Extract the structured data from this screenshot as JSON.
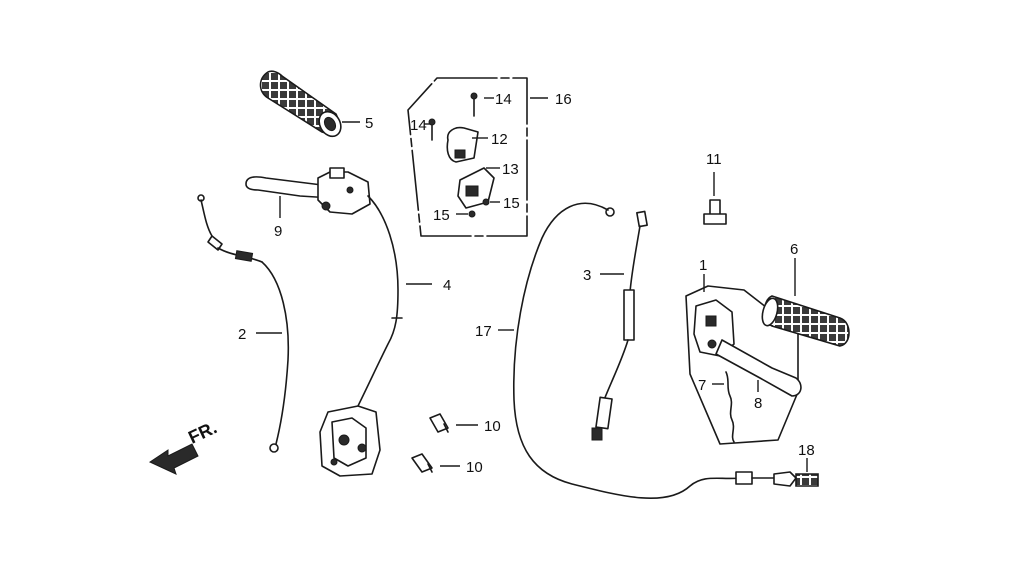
{
  "diagram": {
    "callouts": {
      "c1": "1",
      "c2": "2",
      "c3": "3",
      "c4": "4",
      "c5": "5",
      "c6": "6",
      "c7": "7",
      "c8": "8",
      "c9": "9",
      "c10a": "10",
      "c10b": "10",
      "c11": "11",
      "c12": "12",
      "c13": "13",
      "c14a": "14",
      "c14b": "14",
      "c15a": "15",
      "c15b": "15",
      "c16": "16",
      "c17": "17",
      "c18": "18"
    },
    "direction_label": "FR."
  }
}
